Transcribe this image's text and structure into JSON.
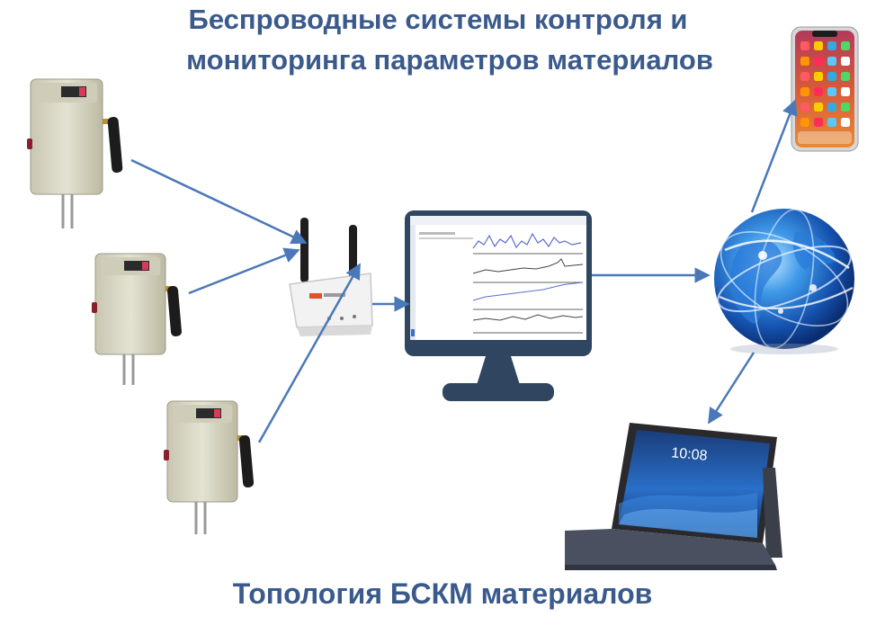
{
  "title": {
    "line1": "Беспроводные системы контроля и",
    "line2": "мониторинга параметров материалов"
  },
  "footer": {
    "caption": "Топология БСКМ материалов"
  },
  "tablet": {
    "clock": "10:08"
  },
  "colors": {
    "title": "#3a5a8c",
    "arrow": "#4a78b8",
    "monitor": "#2f4560",
    "sensor_body": "#d8d6c4",
    "globe": "#1b63c4"
  },
  "icons": {
    "sensor": "wireless-sensor-icon",
    "router": "wifi-router-icon",
    "monitor": "monitor-icon",
    "globe": "globe-icon",
    "phone": "smartphone-icon",
    "tablet": "tablet-icon"
  }
}
